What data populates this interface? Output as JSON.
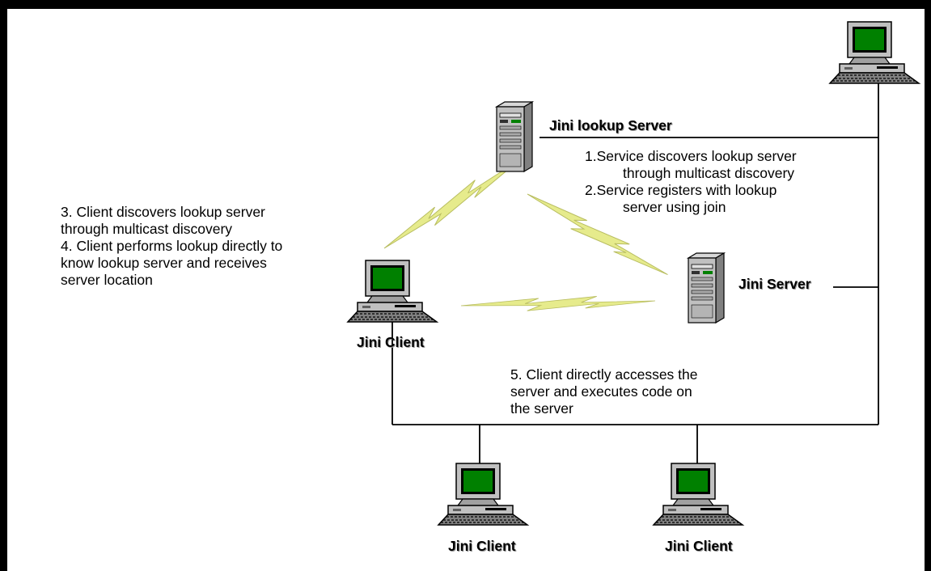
{
  "diagram": {
    "nodes": {
      "lookup_server": {
        "label": "Jini lookup Server"
      },
      "jini_server": {
        "label": "Jini Server"
      },
      "jini_client_main": {
        "label": "Jini Client"
      },
      "jini_client_bottom_left": {
        "label": "Jini Client"
      },
      "jini_client_bottom_right": {
        "label": "Jini Client"
      },
      "service_machine_top_right": {
        "label": ""
      }
    },
    "notes": {
      "service_steps": {
        "line1": "1.Service discovers lookup server",
        "line2": "through multicast discovery",
        "line3": "2.Service registers with lookup",
        "line4": "server using join"
      },
      "client_steps": {
        "line1": "3. Client discovers lookup server",
        "line2": "through  multicast discovery",
        "line3": "4. Client performs lookup directly to",
        "line4": "know lookup server and receives",
        "line5": "server location"
      },
      "access_step": {
        "line1": "5. Client directly accesses the",
        "line2": "server and executes code on",
        "line3": "the server"
      }
    },
    "colors": {
      "monitor_screen": "#008000",
      "lightning": "#e6eb8c",
      "device_body": "#c0c0c0",
      "frame": "#000000"
    },
    "icons": {
      "server": "server-tower-icon",
      "client": "desktop-computer-icon",
      "link": "wireless-lightning-icon"
    }
  }
}
